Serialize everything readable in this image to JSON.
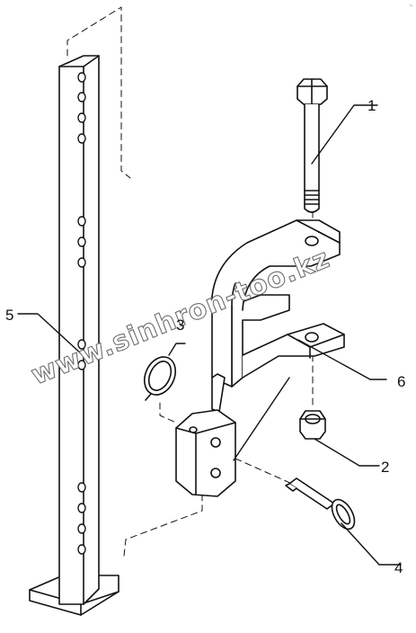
{
  "callouts": [
    {
      "id": "1",
      "label": "1"
    },
    {
      "id": "2",
      "label": "2"
    },
    {
      "id": "3",
      "label": "3"
    },
    {
      "id": "4",
      "label": "4"
    },
    {
      "id": "5",
      "label": "5"
    },
    {
      "id": "6",
      "label": "6"
    }
  ],
  "watermark": "www.sinhron-too.kz",
  "corner_mark": "~"
}
